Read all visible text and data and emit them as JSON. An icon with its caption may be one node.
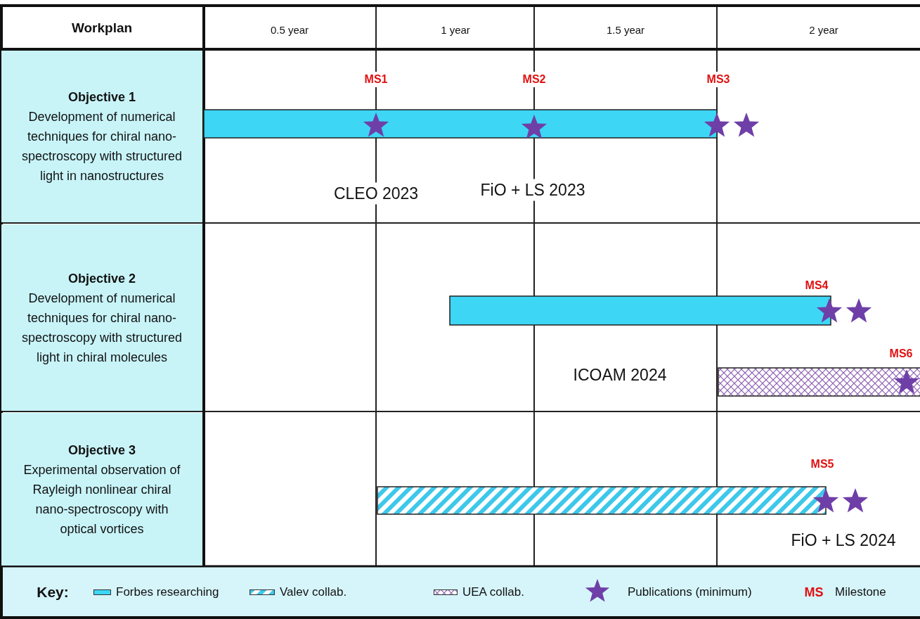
{
  "diagram": {
    "nodes": [
      {
        "text": [
          "Objective 1",
          "Development of numerical techniques for chiral nano-spectroscopy with structured light in nanostructures"
        ]
      },
      {
        "text": [
          "Objective 2",
          "Development of numerical techniques for chiral nano-spectroscopy with structured light in chiral molecules"
        ]
      },
      {
        "text": [
          "Objective 3",
          "Experimental observation of Rayleigh nonlinear chiral nano-spectroscopy with optical vortices"
        ]
      },
      {
        "text": [],
        "shape": "bar"
      },
      {
        "text": [],
        "shape": "bar"
      },
      {
        "text": [],
        "shape": "bar"
      },
      {
        "text": [],
        "shape": "bar"
      }
    ],
    "labels": [
      "Workplan",
      "0.5 year",
      "1 year",
      "1.5 year",
      "2 year",
      "MS1",
      "MS2",
      "MS3",
      "CLEO 2023",
      "FiO + LS 2023",
      "MS4",
      "MS6",
      "ICOAM 2024",
      "MS5",
      "FiO + LS 2024",
      "Key:",
      "MS"
    ],
    "legend": [
      {
        "text": "Forbes researching",
        "color": "#3dd6f5"
      },
      {
        "text": "Valev collab."
      },
      {
        "text": "UEA collab."
      },
      {
        "text": "Publications (minimum)"
      },
      {
        "text": "Milestone"
      }
    ]
  }
}
